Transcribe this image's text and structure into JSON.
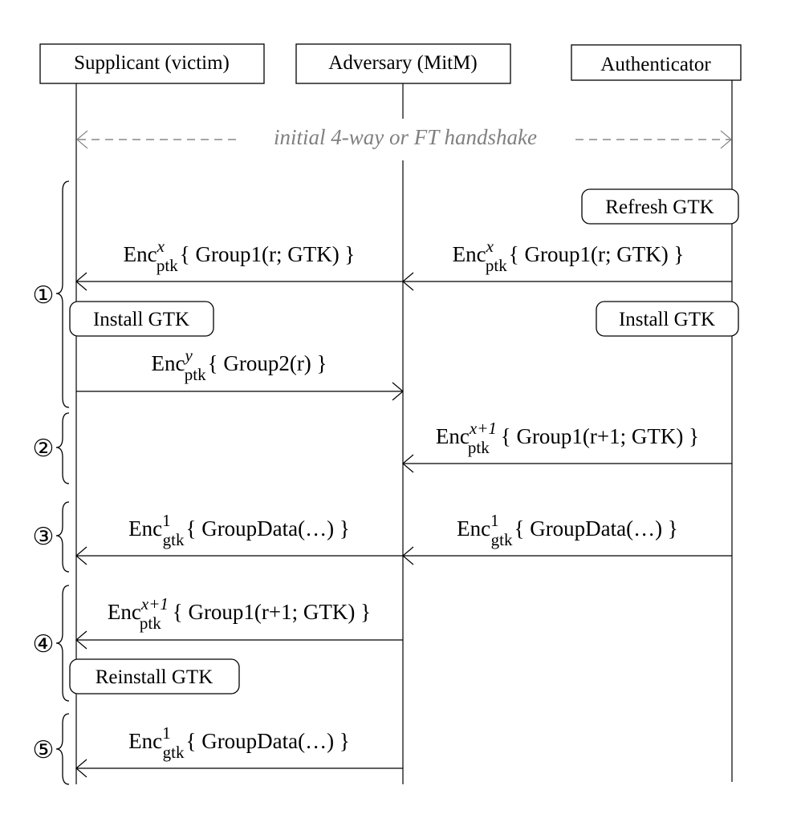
{
  "participants": [
    {
      "id": "supplicant",
      "label": "Supplicant (victim)"
    },
    {
      "id": "adversary",
      "label": "Adversary (MitM)"
    },
    {
      "id": "authenticator",
      "label": "Authenticator"
    }
  ],
  "handshake_label": "initial 4-way or FT handshake",
  "phases": [
    {
      "id": "phase-1",
      "label": "①"
    },
    {
      "id": "phase-2",
      "label": "②"
    },
    {
      "id": "phase-3",
      "label": "③"
    },
    {
      "id": "phase-4",
      "label": "④"
    },
    {
      "id": "phase-5",
      "label": "⑤"
    }
  ],
  "actions": [
    {
      "id": "refresh-gtk-auth",
      "label": "Refresh GTK"
    },
    {
      "id": "install-gtk-supp",
      "label": "Install GTK"
    },
    {
      "id": "install-gtk-auth",
      "label": "Install GTK"
    },
    {
      "id": "reinstall-gtk-supp",
      "label": "Reinstall GTK"
    }
  ],
  "messages": [
    {
      "id": "m1a",
      "from": "authenticator",
      "to": "adversary",
      "base": "Enc",
      "sup": "x",
      "sub": "ptk",
      "body": "{ Group1(r; GTK) }"
    },
    {
      "id": "m1b",
      "from": "adversary",
      "to": "supplicant",
      "base": "Enc",
      "sup": "x",
      "sub": "ptk",
      "body": "{ Group1(r; GTK) }"
    },
    {
      "id": "m2",
      "from": "supplicant",
      "to": "adversary",
      "base": "Enc",
      "sup": "y",
      "sub": "ptk",
      "body": "{ Group2(r) }"
    },
    {
      "id": "m3",
      "from": "authenticator",
      "to": "adversary",
      "base": "Enc",
      "sup": "x+1",
      "sub": "ptk",
      "body": "{ Group1(r+1; GTK) }"
    },
    {
      "id": "m4a",
      "from": "authenticator",
      "to": "adversary",
      "base": "Enc",
      "sup": "1",
      "sub": "gtk",
      "body": "{ GroupData(…) }"
    },
    {
      "id": "m4b",
      "from": "adversary",
      "to": "supplicant",
      "base": "Enc",
      "sup": "1",
      "sub": "gtk",
      "body": "{ GroupData(…) }"
    },
    {
      "id": "m5",
      "from": "adversary",
      "to": "supplicant",
      "base": "Enc",
      "sup": "x+1",
      "sub": "ptk",
      "body": "{ Group1(r+1; GTK) }"
    },
    {
      "id": "m6",
      "from": "adversary",
      "to": "supplicant",
      "base": "Enc",
      "sup": "1",
      "sub": "gtk",
      "body": "{ GroupData(…) }"
    }
  ]
}
